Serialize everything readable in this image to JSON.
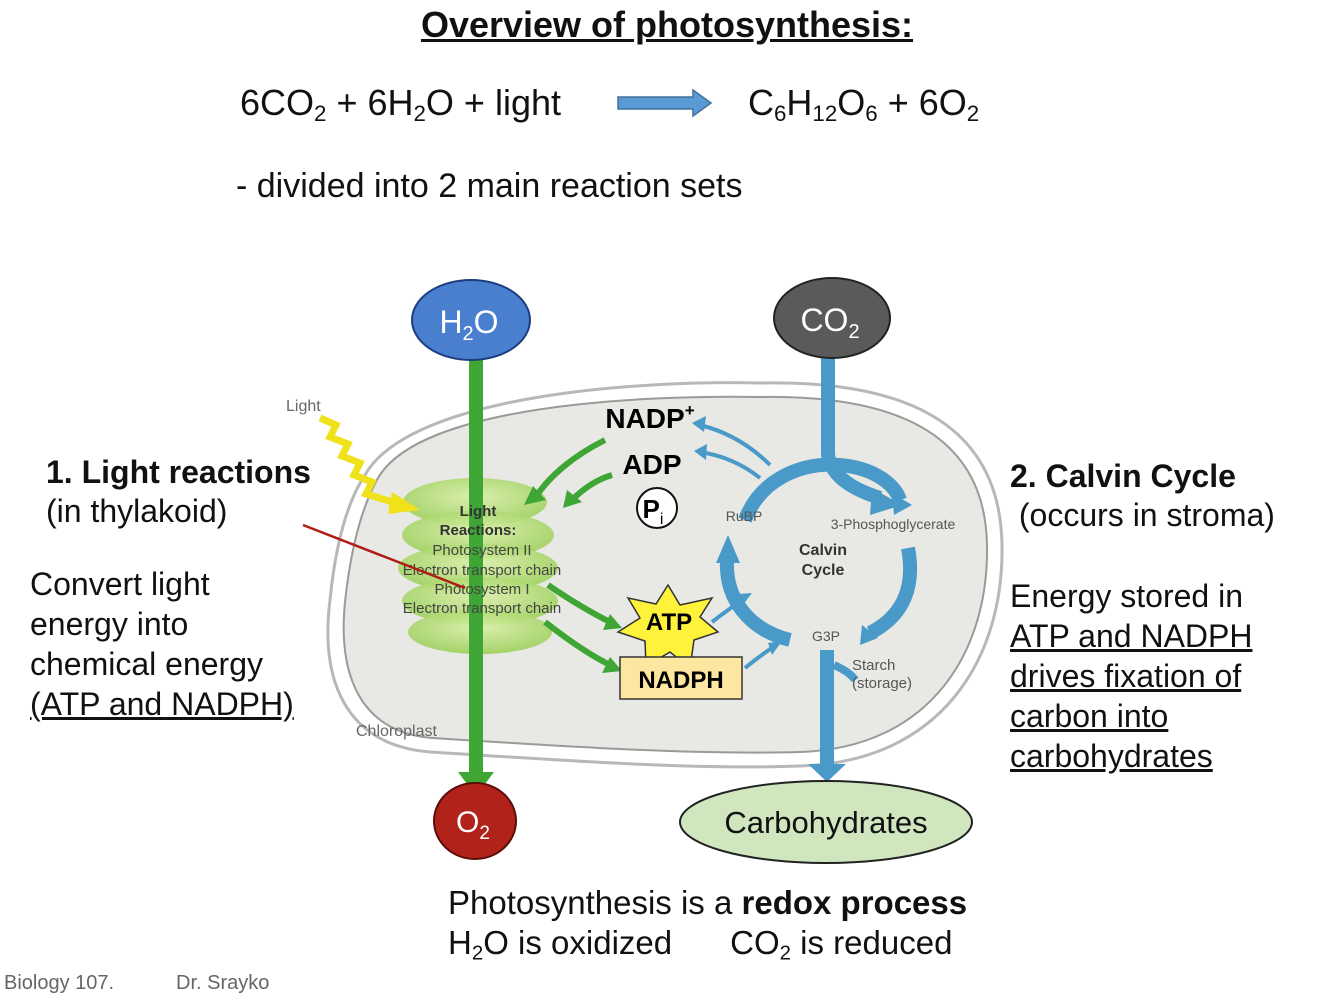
{
  "title": "Overview of photosynthesis:",
  "equation": {
    "r1_coef": "6CO",
    "r1_sub": "2",
    "plus1": " + 6H",
    "r2_sub": "2",
    "r2_tail": "O + light",
    "p1_c": "C",
    "p1_c_sub": "6",
    "p1_h": "H",
    "p1_h_sub": "12",
    "p1_o": "O",
    "p1_o_sub": "6",
    "plus2": " + 6O",
    "p2_sub": "2"
  },
  "subtitle": "- divided into 2 main reaction sets",
  "light_reactions": {
    "heading": "1. Light reactions",
    "location": "(in thylakoid)",
    "desc_lines": [
      "Convert light",
      "energy into",
      "chemical energy"
    ],
    "desc_underlined": "(ATP and NADPH)"
  },
  "calvin_cycle": {
    "heading": "2. Calvin Cycle",
    "location": " (occurs in stroma)",
    "desc_first": "Energy stored in",
    "desc_underlined": [
      "ATP and NADPH",
      "drives fixation of",
      "carbon into",
      "carbohydrates"
    ]
  },
  "diagram": {
    "h2o": {
      "main": "H",
      "sub": "2",
      "tail": "O"
    },
    "co2": {
      "main": "CO",
      "sub": "2"
    },
    "o2": {
      "main": "O",
      "sub": "2"
    },
    "carbohydrates": "Carbohydrates",
    "light": "Light",
    "chloroplast": "Chloroplast",
    "light_reactions_title": [
      "Light",
      "Reactions:"
    ],
    "light_reactions_lines": [
      "Photosystem II",
      "Electron transport chain",
      "Photosystem I",
      "Electron transport chain"
    ],
    "nadp": "NADP",
    "nadp_sup": "+",
    "adp": "ADP",
    "pi": "P",
    "pi_sub": "i",
    "atp": "ATP",
    "nadph": "NADPH",
    "rubp": "RuBP",
    "pga": "3-Phosphoglycerate",
    "calvin": [
      "Calvin",
      "Cycle"
    ],
    "g3p": "G3P",
    "starch": [
      "Starch",
      "(storage)"
    ]
  },
  "bottom": {
    "line1_pre": "Photosynthesis is a ",
    "line1_bold": "redox process",
    "l2_h": "H",
    "l2_h_sub": "2",
    "l2_h_tail": "O is oxidized",
    "l2_c": "CO",
    "l2_c_sub": "2",
    "l2_c_tail": " is reduced"
  },
  "footer": {
    "course": "Biology 107.",
    "author": "Dr. Srayko"
  },
  "colors": {
    "green_arrow": "#3fa535",
    "blue_arrow": "#4a9ac9",
    "h2o_fill": "#4a7fd0",
    "co2_fill": "#5a5a5a",
    "o2_fill": "#b0221a",
    "carb_fill": "#cfe6bf",
    "atp_fill": "#fff23a",
    "nadph_fill": "#fde6a0",
    "pointer": "#b01d12"
  }
}
